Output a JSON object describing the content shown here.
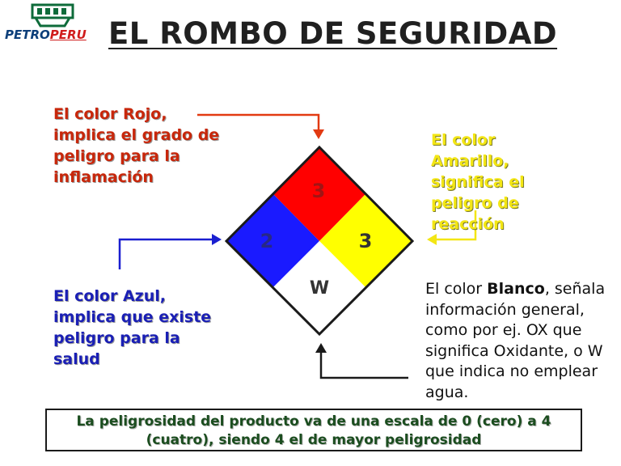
{
  "logo": {
    "part1": "PETRO",
    "part2": "PERU"
  },
  "title": "EL ROMBO DE SEGURIDAD",
  "diamond": {
    "red": {
      "value": "3",
      "color": "#ff0000"
    },
    "blue": {
      "value": "2",
      "color": "#1a1aff"
    },
    "yellow": {
      "value": "3",
      "color": "#ffff00"
    },
    "white": {
      "value": "W",
      "color": "#ffffff"
    }
  },
  "labels": {
    "red": "El color Rojo, implica el grado de peligro para la inflamación",
    "yellow": "El color Amarillo, significa el peligro de reacción",
    "blue": "El color Azul, implica que existe peligro para la salud",
    "white_prefix": "El color ",
    "white_bold": "Blanco",
    "white_rest": ", señala información general, como por ej. OX que significa Oxidante, o W que indica no emplear agua."
  },
  "footer": "La peligrosidad del producto va de una escala de 0 (cero) a 4 (cuatro), siendo 4 el de mayor peligrosidad"
}
